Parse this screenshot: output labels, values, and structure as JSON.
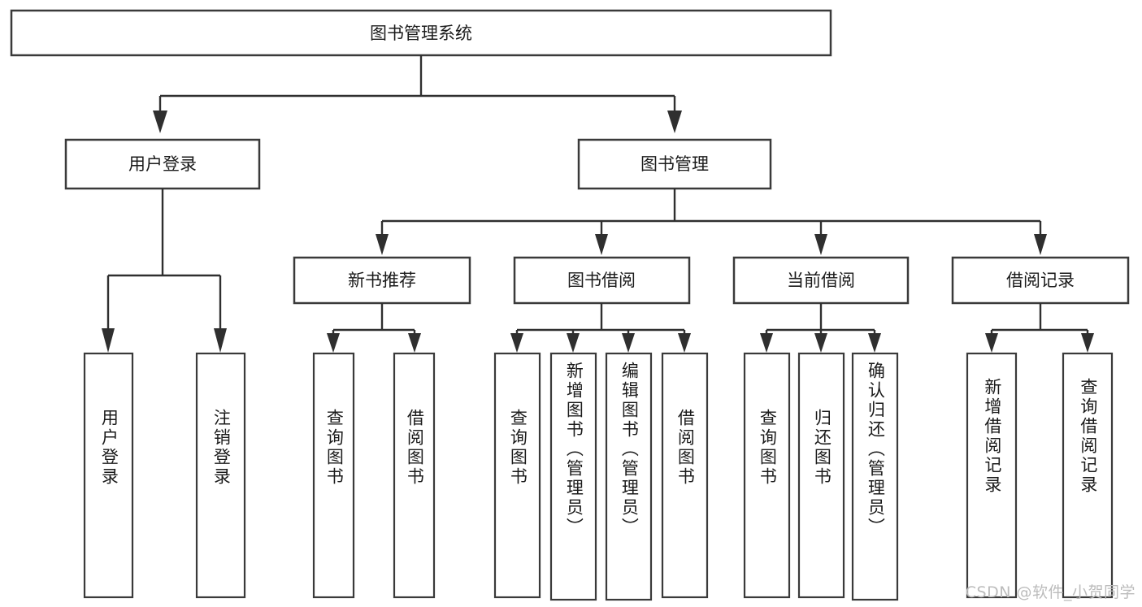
{
  "diagram": {
    "title": "图书管理系统",
    "type": "tree",
    "watermark": "CSDN @软件_小贺同学",
    "colors": {
      "box_stroke": "#3a3a3a",
      "connector": "#2f2f2f",
      "background": "#ffffff",
      "text": "#1b1b1b",
      "watermark": "#bcbcbc"
    },
    "root": {
      "label": "图书管理系统"
    },
    "level2": [
      {
        "label": "用户登录"
      },
      {
        "label": "图书管理"
      }
    ],
    "level3": [
      {
        "label": "新书推荐"
      },
      {
        "label": "图书借阅"
      },
      {
        "label": "当前借阅"
      },
      {
        "label": "借阅记录"
      }
    ],
    "leaves": {
      "user_login": [
        {
          "label": "用户登录"
        },
        {
          "label": "注销登录"
        }
      ],
      "new_book_recommend": [
        {
          "label": "查询图书"
        },
        {
          "label": "借阅图书"
        }
      ],
      "book_borrow": [
        {
          "label": "查询图书"
        },
        {
          "label": "新增图书（管理员）"
        },
        {
          "label": "编辑图书（管理员）"
        },
        {
          "label": "借阅图书"
        }
      ],
      "current_borrow": [
        {
          "label": "查询图书"
        },
        {
          "label": "归还图书"
        },
        {
          "label": "确认归还（管理员）"
        }
      ],
      "borrow_record": [
        {
          "label": "新增借阅记录"
        },
        {
          "label": "查询借阅记录"
        }
      ]
    }
  }
}
